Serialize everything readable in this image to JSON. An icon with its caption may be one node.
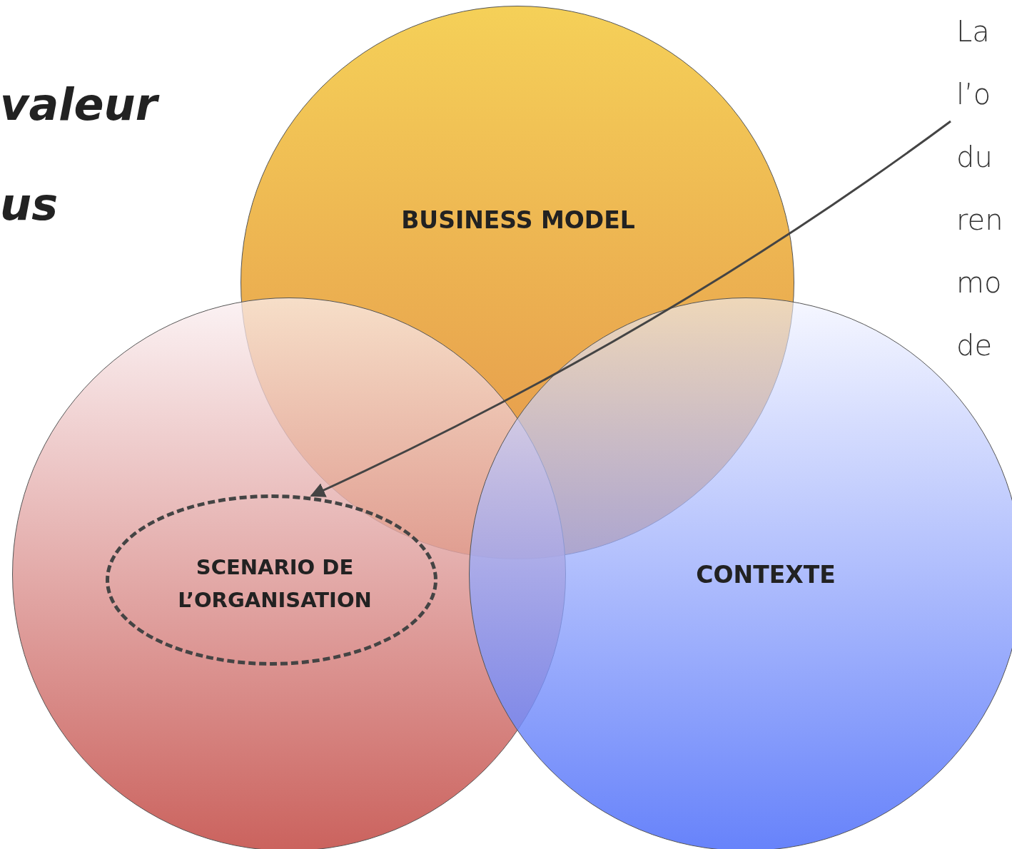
{
  "diagram": {
    "nodes": [
      {
        "text": [
          "BUSINESS MODEL"
        ]
      },
      {
        "text": [],
        "shape": "circle"
      },
      {
        "text": [
          "SCENARIO DE L’ORGANISATION"
        ],
        "in": 1
      },
      {
        "text": [
          "CONTEXTE"
        ]
      },
      {
        "text": [
          "La l’o du ren mo de"
        ]
      }
    ],
    "edges": [
      {
        "from": 4,
        "to": 2,
        "arrow": "to"
      }
    ],
    "labels": [
      "valeur",
      "us"
    ]
  }
}
